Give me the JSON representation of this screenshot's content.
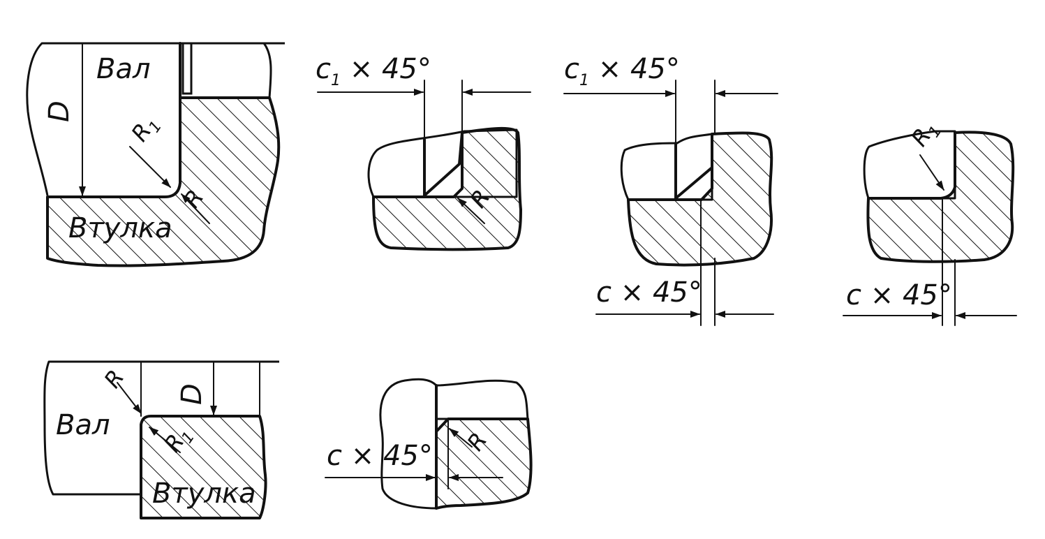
{
  "labels": {
    "shaft": "Вал",
    "bushing": "Втулка",
    "diameter": "D",
    "radius": "R",
    "radius1_letter": "R",
    "radius1_sub": "1",
    "chamfer": "c × 45°",
    "chamfer1_c": "c",
    "chamfer1_sub": "1",
    "chamfer1_rest": " × 45°"
  }
}
